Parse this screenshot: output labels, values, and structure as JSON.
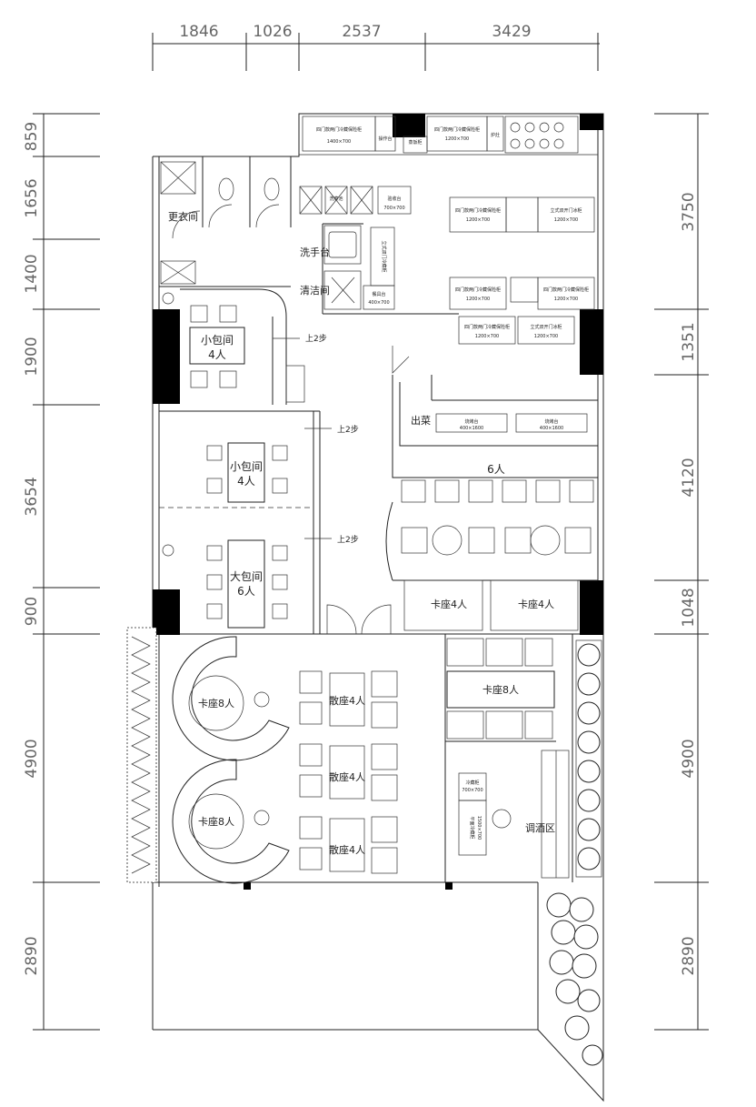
{
  "dimensions": {
    "top": [
      "1846",
      "1026",
      "2537",
      "3429"
    ],
    "left": [
      "859",
      "1656",
      "1400",
      "1900",
      "3654",
      "900",
      "4900",
      "2890"
    ],
    "right": [
      "3750",
      "1351",
      "4120",
      "1048",
      "4900",
      "2890"
    ]
  },
  "rooms": {
    "locker": "更衣间",
    "hand_wash": "洗手台",
    "cleaning_room": "清洁间",
    "small_private_1": "小包间",
    "small_private_1_cap": "4人",
    "small_private_2": "小包间",
    "small_private_2_cap": "4人",
    "large_private": "大包间",
    "large_private_cap": "6人",
    "serving": "出菜",
    "bar_seats": "6人",
    "booth_a": "卡座4人",
    "booth_b": "卡座4人",
    "booth8_1": "卡座8人",
    "booth8_2": "卡座8人",
    "booth8_3": "卡座8人",
    "loose_1": "散座4人",
    "loose_2": "散座4人",
    "loose_3": "散座4人",
    "wine_area": "调酒区",
    "step_1": "上2步",
    "step_2": "上2步",
    "step_3": "上2步"
  },
  "equipment": {
    "fridge_1": "四门款两门冷藏保险柜",
    "fridge_1_size": "1400×700",
    "prep_table": "操作台",
    "rice_cooker": "蒸饭柜",
    "fridge_2": "四门款两门冷藏保险柜",
    "fridge_2_size": "1200×700",
    "stove_label": "炉灶",
    "sink_label": "洗菜池",
    "prep_2": "验收台",
    "prep_2_size": "700×700",
    "fridge_3": "四门款两门冷藏保险柜",
    "fridge_3_size": "1200×700",
    "fridge_4": "立式双开门冰柜",
    "fridge_4_size": "1200×700",
    "side_cabinet": "立式双门冷藏柜",
    "fridge_5": "四门款两门冷藏保险柜",
    "fridge_5_size": "1200×700",
    "fridge_6": "四门款两门冷藏保险柜",
    "fridge_6_size": "1200×700",
    "fridge_7": "四门款两门冷藏保险柜",
    "fridge_7_size": "1200×700",
    "fridge_8": "立式双开门冰柜",
    "fridge_8_size": "1200×700",
    "grill_1": "烧烤台",
    "grill_1_size": "400×1600",
    "grill_2": "烧烤台",
    "grill_2_size": "400×1600",
    "plate_table": "餐具台",
    "plate_table_size": "400×700",
    "wine_fridge": "冷藏柜",
    "wine_fridge_size": "700×700",
    "bar_counter": "平面冷藏柜",
    "bar_counter_size": "1500×700"
  }
}
